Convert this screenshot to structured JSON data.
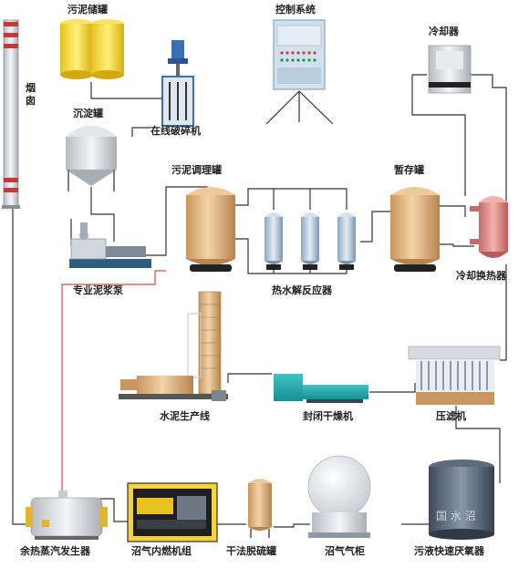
{
  "labels": {
    "chimney": "烟囱",
    "sludge_tank": "污泥储罐",
    "control": "控制系统",
    "cooler": "冷却器",
    "crusher": "在线破碎机",
    "settling": "沉淀罐",
    "conditioning": "污泥调理罐",
    "temp_storage": "暂存罐",
    "cooling_hx": "冷却换热器",
    "pump": "专业泥浆泵",
    "reactor": "热水解反应器",
    "cement": "水泥生产线",
    "dryer": "封闭干燥机",
    "press": "压滤机",
    "boiler": "余热蒸汽发生器",
    "genset": "沼气内燃机组",
    "desulf": "干法脱硫罐",
    "gasholder": "沼气气柜",
    "anaerobic": "污液快速厌氧器"
  },
  "watermark": "国 水 沼",
  "colors": {
    "pipe": "#333333",
    "steam_pipe": "#d24a4a",
    "tank_gold": "#e2b98a",
    "tank_yellow": "#f3d23a",
    "chimney_red": "#c4373d"
  }
}
